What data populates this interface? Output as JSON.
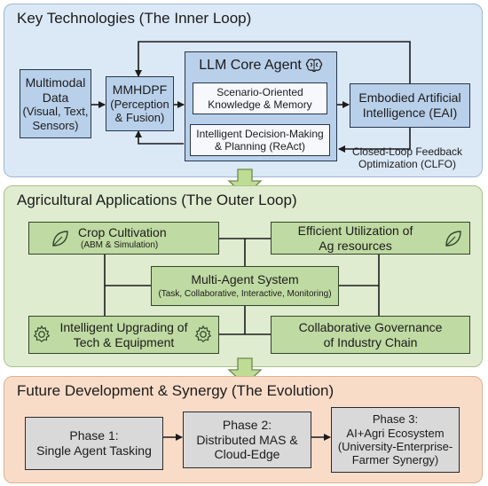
{
  "inner_loop": {
    "title": "Key Technologies (The Inner Loop)",
    "multimodal": {
      "line1": "Multimodal",
      "line2": "Data",
      "line3": "(Visual, Text,",
      "line4": "Sensors)"
    },
    "mmhdpf": {
      "line1": "MMHDPF",
      "line2": "(Perception",
      "line3": "& Fusion)"
    },
    "llm_core": {
      "title": "LLM Core Agent",
      "icon": "brain-icon"
    },
    "knowledge": {
      "line1": "Scenario-Oriented",
      "line2": "Knowledge & Memory"
    },
    "decision": {
      "line1": "Intelligent Decision-Making",
      "line2": "& Planning (ReAct)"
    },
    "eai": {
      "line1": "Embodied Artificial",
      "line2": "Intelligence (EAI)"
    },
    "clfo": {
      "line1": "Closed-Loop Feedback",
      "line2": "Optimization (CLFO)"
    }
  },
  "outer_loop": {
    "title": "Agricultural Applications (The Outer Loop)",
    "crop": {
      "title": "Crop Cultivation",
      "subtitle": "(ABM & Simulation)",
      "icon": "leaf-icon"
    },
    "efficient": {
      "line1": "Efficient Utilization of",
      "line2": "Ag resources",
      "icon": "leaf-icon"
    },
    "mas": {
      "title": "Multi-Agent System",
      "subtitle": "(Task, Collaborative, Interactive, Monitoring)"
    },
    "upgrading": {
      "line1": "Intelligent Upgrading of",
      "line2": "Tech & Equipment",
      "icon": "gear-icon"
    },
    "governance": {
      "line1": "Collaborative Governance",
      "line2": "of Industry Chain"
    }
  },
  "evolution": {
    "title": "Future Development & Synergy (The Evolution)",
    "phase1": {
      "line1": "Phase 1:",
      "line2": "Single Agent Tasking"
    },
    "phase2": {
      "line1": "Phase 2:",
      "line2": "Distributed MAS &",
      "line3": "Cloud-Edge"
    },
    "phase3": {
      "line1": "Phase 3:",
      "line2": "AI+Agri Ecosystem",
      "line3": "(University-Enterprise-",
      "line4": "Farmer Synergy)"
    }
  },
  "colors": {
    "inner_bg": "#dbe8f6",
    "outer_bg": "#dfecd0",
    "evolution_bg": "#f9dcc8",
    "tech_box": "#b9d0ea",
    "app_box": "#bfdaa2",
    "phase_box": "#d9d9d9",
    "arrow": "#bfdc94"
  }
}
